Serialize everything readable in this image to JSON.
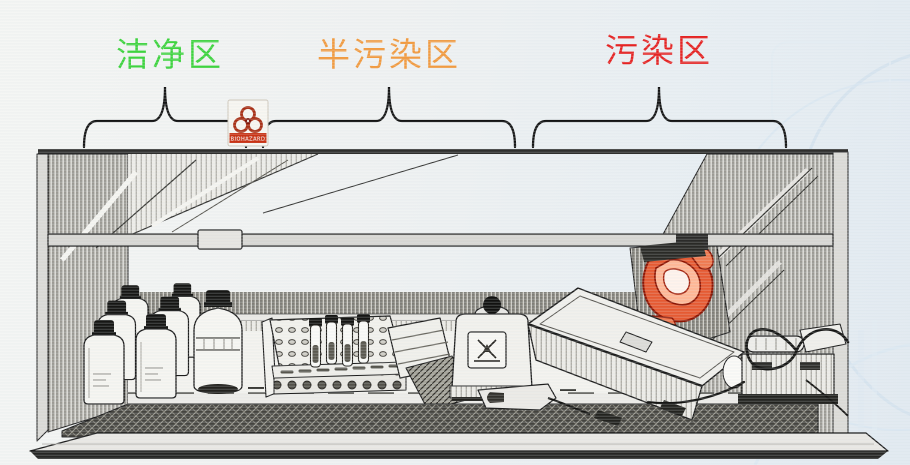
{
  "page": {
    "background": "#eef1f3",
    "scanline_tint": "#c9d4da"
  },
  "zones": [
    {
      "id": "clean-zone",
      "label": "洁净区",
      "color": "#3ed43e"
    },
    {
      "id": "semi-contaminated-zone",
      "label": "半污染区",
      "color": "#f29b40"
    },
    {
      "id": "contaminated-zone",
      "label": "污染区",
      "color": "#e62322"
    }
  ],
  "sticker": {
    "symbol": "biohazard",
    "banner_text": "BIOHAZARD",
    "banner_color": "#c93315",
    "symbol_color": "#a93016"
  },
  "illustration": {
    "name": "biosafety-cabinet-cutaway-line-drawing",
    "ink_color": "#1c1c1c",
    "bag_color": "#e65a32",
    "items": [
      "reagent-bottles",
      "media-bottle",
      "test-tube-rack",
      "sample-tubes",
      "slanted-rack",
      "hatched-mat",
      "indicator-box",
      "sealer-box",
      "open-instrument-case",
      "red-biohazard-bag",
      "tubing-pump",
      "glass-sash",
      "sash-handle",
      "front-grille",
      "armrest"
    ]
  }
}
